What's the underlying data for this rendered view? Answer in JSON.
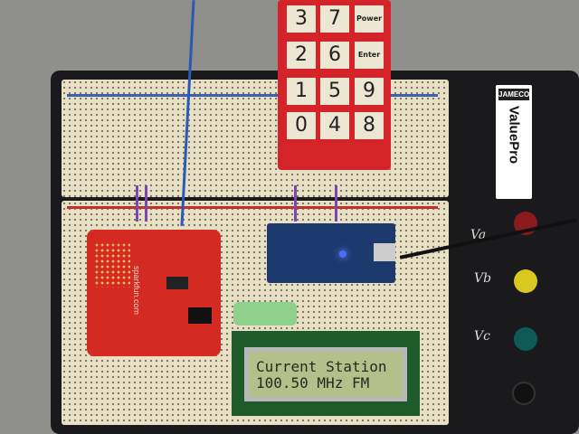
{
  "keypad": {
    "keys": [
      "3",
      "7",
      "Power",
      "2",
      "6",
      "Enter",
      "1",
      "5",
      "9",
      "0",
      "4",
      "8"
    ]
  },
  "brand": {
    "maker": "JAMECO",
    "product": "ValuePro"
  },
  "terminals": [
    "Va",
    "Vb",
    "Vc"
  ],
  "shield": {
    "label": "sparkfun.com"
  },
  "lcd": {
    "line1": "Current Station",
    "line2": "100.50 MHz FM"
  },
  "colors": {
    "board": "#1a1a1c",
    "breadboard": "#e8e0c4",
    "keypad": "#d4242a",
    "lcd": "#b4c08a",
    "mbed": "#1d3a6e"
  }
}
